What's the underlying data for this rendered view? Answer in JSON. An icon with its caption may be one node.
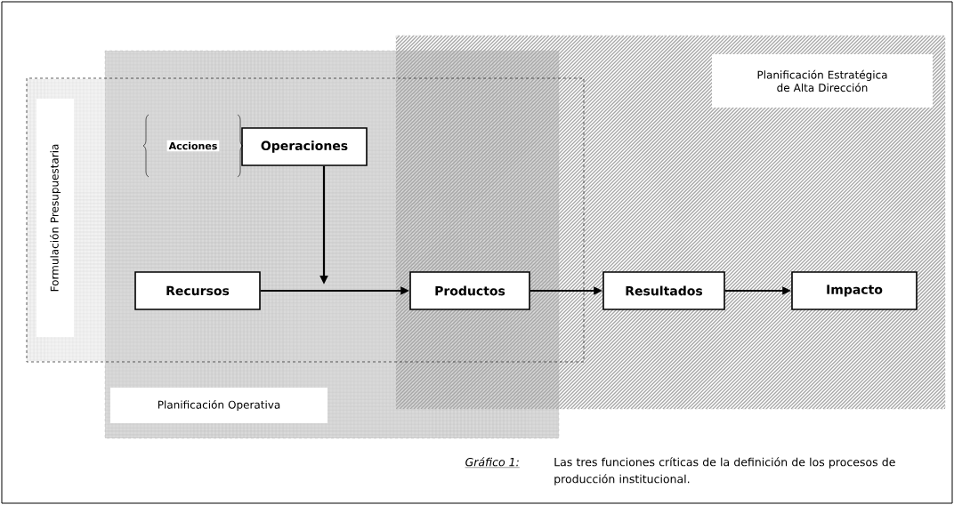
{
  "diagram": {
    "caption": "Las tres funciones críticas de la definición de los procesos de producción institucional.",
    "nodes": [
      {
        "text": [
          "Operaciones"
        ],
        "beside": [
          "Acciones"
        ]
      },
      {
        "text": [
          "Recursos"
        ]
      },
      {
        "text": [
          "Productos"
        ]
      },
      {
        "text": [
          "Resultados"
        ]
      },
      {
        "text": [
          "Impacto"
        ]
      }
    ],
    "edges": [
      {
        "from": 0,
        "to": null,
        "arrow": "to"
      },
      {
        "from": 1,
        "to": 2,
        "arrow": "to"
      },
      {
        "from": 2,
        "to": 3,
        "arrow": "to"
      },
      {
        "from": 3,
        "to": 4,
        "arrow": "to"
      }
    ],
    "labels": [
      "Planificación Estratégica de Alta Dirección",
      "Formulación Presupuestaria",
      "Planificación Operativa",
      "Gráfico 1:"
    ]
  }
}
